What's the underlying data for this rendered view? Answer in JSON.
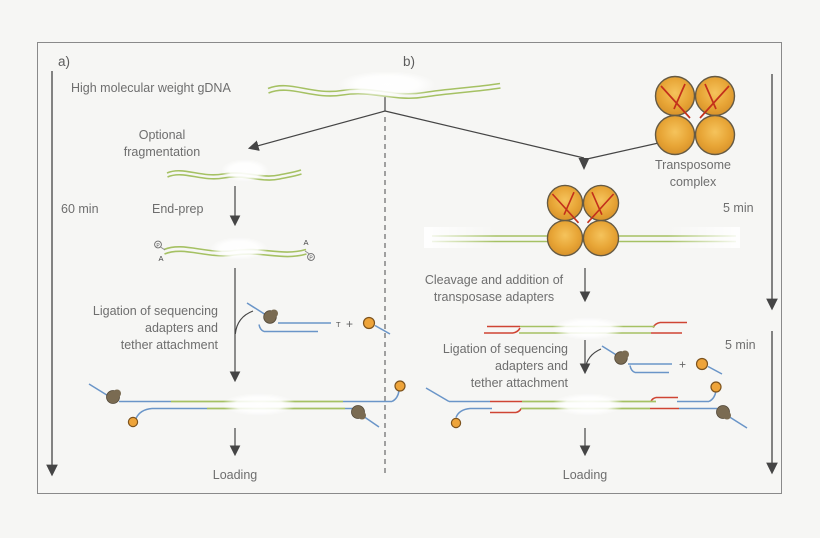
{
  "figure_type": "library-prep-workflow-diagram",
  "panel_a": {
    "label": "a)",
    "gdna_label": "High molecular weight gDNA",
    "duration": "60 min",
    "fragmentation_line1": "Optional",
    "fragmentation_line2": "fragmentation",
    "end_prep": "End-prep",
    "end_mod_a": "A",
    "end_mod_p": "P",
    "ligation_line1": "Ligation of sequencing",
    "ligation_line2": "adapters and",
    "ligation_line3": "tether attachment",
    "adapter_overhang": "T",
    "plus": "+",
    "loading": "Loading"
  },
  "panel_b": {
    "label": "b)",
    "transposome_line1": "Transposome",
    "transposome_line2": "complex",
    "duration_tagmentation": "5 min",
    "cleavage_line1": "Cleavage and addition of",
    "cleavage_line2": "transposase adapters",
    "ligation_line1": "Ligation of sequencing",
    "ligation_line2": "adapters and",
    "ligation_line3": "tether attachment",
    "plus": "+",
    "duration_ligation": "5 min",
    "loading": "Loading"
  },
  "colors": {
    "background": "#f6f6f4",
    "panel_border": "#8a8a8a",
    "text": "#6e6e6e",
    "arrow": "#454545",
    "dna_green": "#a5c163",
    "adapter_blue": "#6a95c8",
    "transposase_red": "#cf4433",
    "tether_orange": "#eea43a",
    "motor_brown": "#7a6b52",
    "transposome_orange": "#e8a637"
  }
}
